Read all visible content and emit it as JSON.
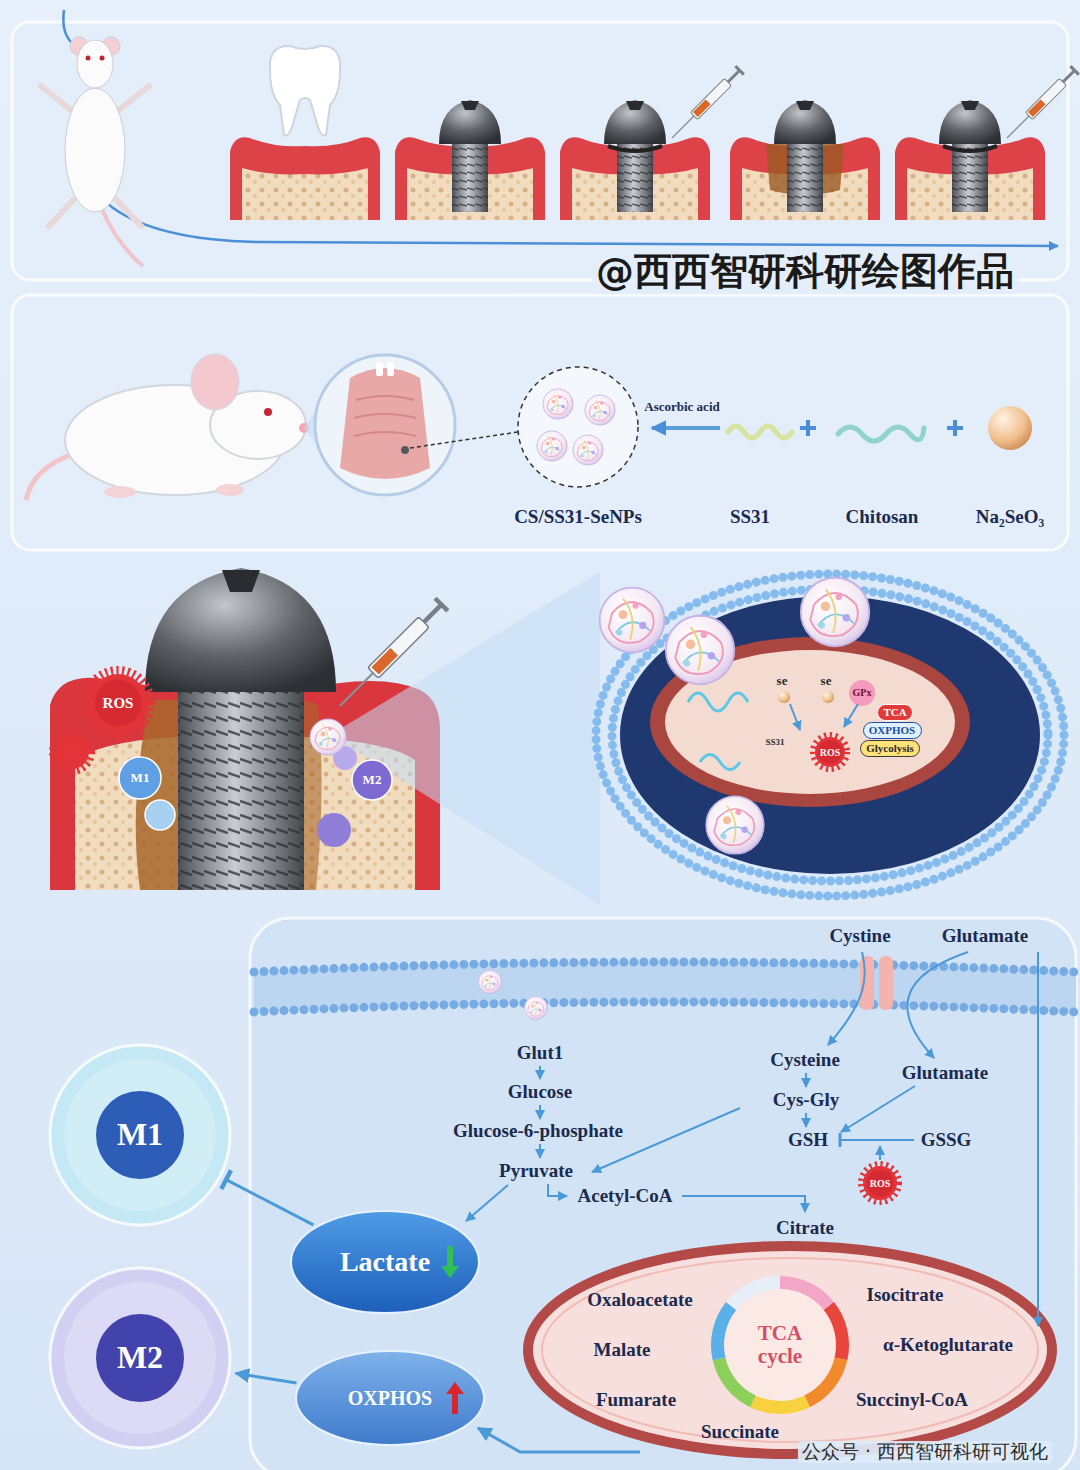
{
  "diagram": {
    "nodes": [
      {
        "text": [
          "ROS"
        ]
      },
      {
        "text": [
          "M1"
        ]
      },
      {
        "text": [
          "M2"
        ]
      },
      {
        "text": [
          "TCA"
        ]
      },
      {
        "text": [
          "OXPHOS"
        ]
      },
      {
        "text": [
          "Glycolysis"
        ]
      },
      {
        "text": [
          "ROS"
        ]
      },
      {
        "text": [
          "M1"
        ]
      },
      {
        "text": [
          "ROS"
        ]
      },
      {
        "text": [
          "Lactate"
        ]
      },
      {
        "text": [
          "TCA cycle"
        ]
      },
      {
        "text": [
          "M2"
        ]
      },
      {
        "text": [
          "OXPHOS"
        ]
      }
    ],
    "edges": [
      {
        "from": 9,
        "to": 7,
        "arrow": "to"
      },
      {
        "from": 12,
        "to": 11,
        "arrow": "to"
      }
    ],
    "labels": [
      "@西西智研科研绘图作品",
      "Ascorbic acid",
      "CS/SS31-SeNPs",
      "SS31",
      "Chitosan",
      "Na₂SeO₃",
      "se",
      "se",
      "GPx",
      "SS31",
      "Cystine",
      "Glutamate",
      "Glut1",
      "Glucose",
      "Glucose-6-phosphate",
      "Pyruvate",
      "Acetyl-CoA",
      "Cysteine",
      "Glutamate",
      "Cys-Gly",
      "GSH",
      "GSSG",
      "Citrate",
      "Isocitrate",
      "α-Ketoglutarate",
      "Succinyl-CoA",
      "Succinate",
      "Fumarate",
      "Malate",
      "Oxaloacetate",
      "公众号 · 西西智研科研可视化"
    ]
  }
}
